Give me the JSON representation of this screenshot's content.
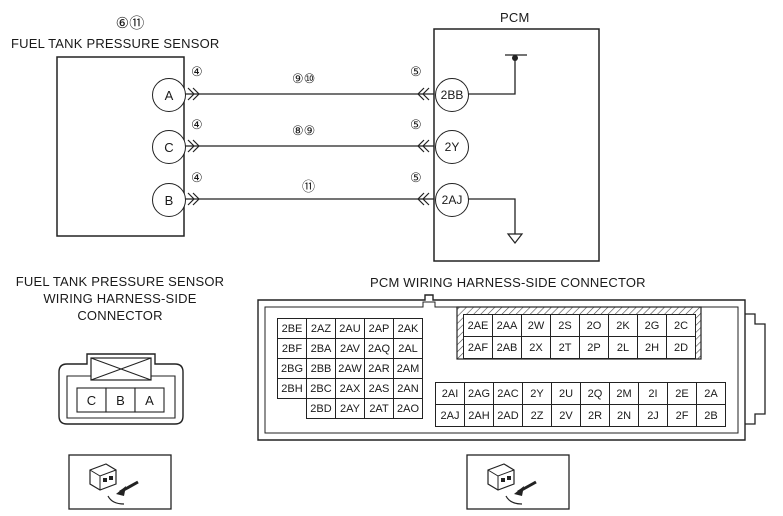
{
  "schematic": {
    "circled_refs": "⑥⑪",
    "sensor_title": "FUEL TANK PRESSURE SENSOR",
    "pcm_title": "PCM",
    "wires": [
      {
        "sensor_pin": "A",
        "sensor_ref": "④",
        "wire_refs": "⑨⑩",
        "pcm_ref": "⑤",
        "pcm_pin": "2BB"
      },
      {
        "sensor_pin": "C",
        "sensor_ref": "④",
        "wire_refs": "⑧⑨",
        "pcm_ref": "⑤",
        "pcm_pin": "2Y"
      },
      {
        "sensor_pin": "B",
        "sensor_ref": "④",
        "wire_refs": "⑪",
        "pcm_ref": "⑤",
        "pcm_pin": "2AJ"
      }
    ]
  },
  "sensor_connector": {
    "title_line1": "FUEL TANK PRESSURE SENSOR",
    "title_line2": "WIRING HARNESS-SIDE",
    "title_line3": "CONNECTOR",
    "pins": [
      "C",
      "B",
      "A"
    ]
  },
  "pcm_connector": {
    "title": "PCM WIRING HARNESS-SIDE CONNECTOR",
    "left_grid": [
      [
        "2BE",
        "2AZ",
        "2AU",
        "2AP",
        "2AK"
      ],
      [
        "2BF",
        "2BA",
        "2AV",
        "2AQ",
        "2AL"
      ],
      [
        "2BG",
        "2BB",
        "2AW",
        "2AR",
        "2AM"
      ],
      [
        "2BH",
        "2BC",
        "2AX",
        "2AS",
        "2AN"
      ],
      [
        "",
        "2BD",
        "2AY",
        "2AT",
        "2AO"
      ]
    ],
    "upper_right_grid": [
      [
        "2AE",
        "2AA",
        "2W",
        "2S",
        "2O",
        "2K",
        "2G",
        "2C"
      ],
      [
        "2AF",
        "2AB",
        "2X",
        "2T",
        "2P",
        "2L",
        "2H",
        "2D"
      ]
    ],
    "lower_right_grid": [
      [
        "2AI",
        "2AG",
        "2AC",
        "2Y",
        "2U",
        "2Q",
        "2M",
        "2I",
        "2E",
        "2A"
      ],
      [
        "2AJ",
        "2AH",
        "2AD",
        "2Z",
        "2V",
        "2R",
        "2N",
        "2J",
        "2F",
        "2B"
      ]
    ]
  }
}
